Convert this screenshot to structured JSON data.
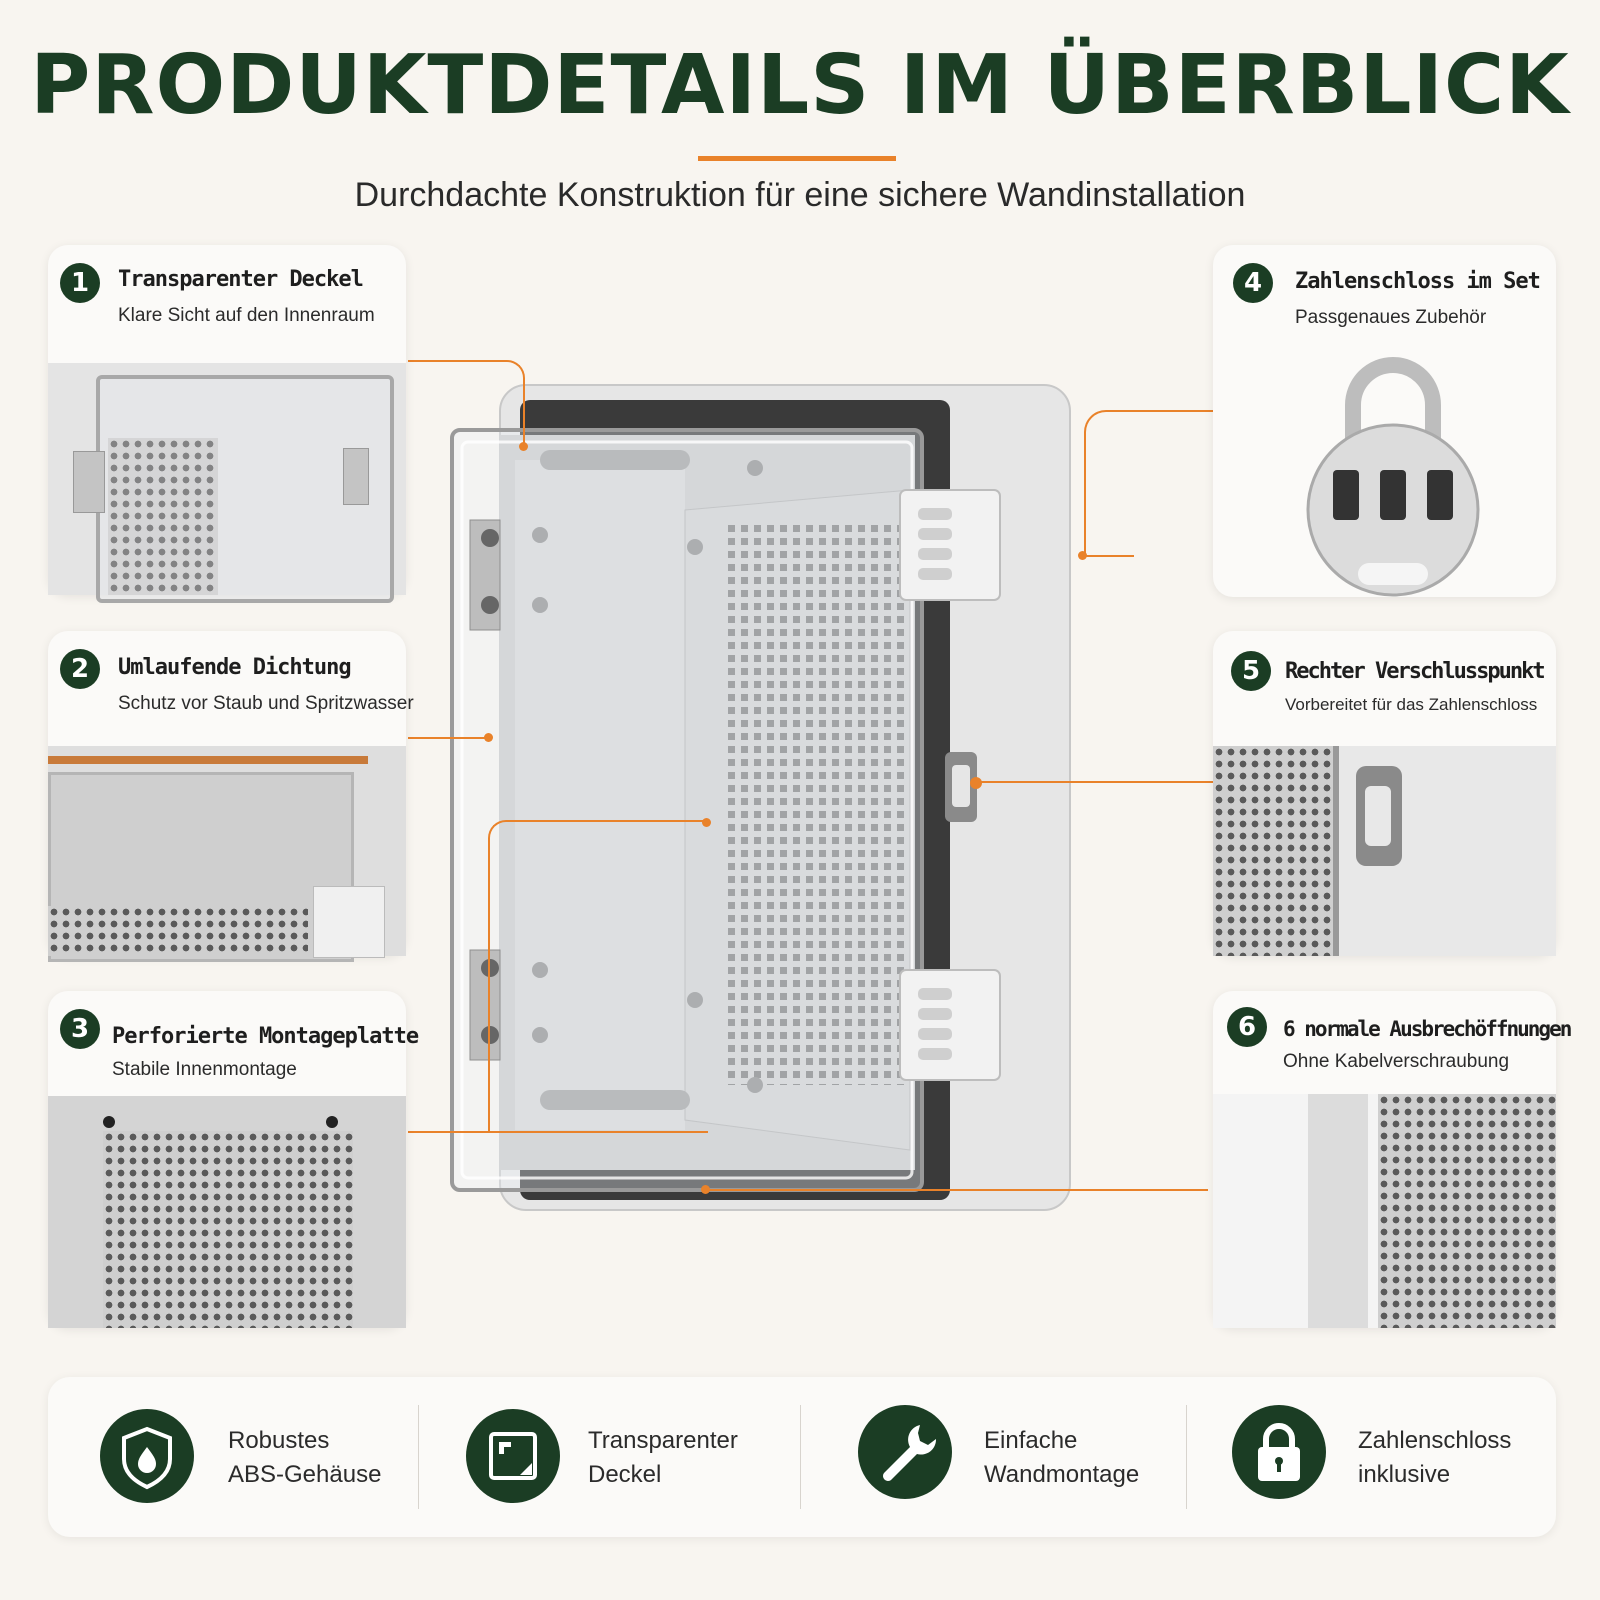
{
  "header": {
    "title": "PRODUKTDETAILS IM ÜBERBLICK",
    "subtitle": "Durchdachte Konstruktion für eine sichere Wandinstallation"
  },
  "details": [
    {
      "number": "1",
      "title": "Transparenter Deckel",
      "subtitle": "Klare Sicht auf den Innenraum"
    },
    {
      "number": "2",
      "title": "Umlaufende Dichtung",
      "subtitle": "Schutz vor Staub und Spritzwasser"
    },
    {
      "number": "3",
      "title": "Perforierte Montageplatte",
      "subtitle": "Stabile Innenmontage"
    },
    {
      "number": "4",
      "title": "Zahlenschloss im Set",
      "subtitle": "Passgenaues Zubehör"
    },
    {
      "number": "5",
      "title": "Rechter Verschlusspunkt",
      "subtitle": "Vorbereitet für das Zahlenschloss"
    },
    {
      "number": "6",
      "title": "6 normale Ausbrechöffnungen",
      "subtitle": "Ohne Kabelverschraubung"
    }
  ],
  "features": [
    {
      "icon": "shield-icon",
      "line1": "Robustes",
      "line2": "ABS-Gehäuse"
    },
    {
      "icon": "transparent-lid-icon",
      "line1": "Transparenter",
      "line2": "Deckel"
    },
    {
      "icon": "wrench-icon",
      "line1": "Einfache",
      "line2": "Wandmontage"
    },
    {
      "icon": "padlock-icon",
      "line1": "Zahlenschloss",
      "line2": "inklusive"
    }
  ],
  "colors": {
    "accent": "#e9822a",
    "brand": "#1b3d24",
    "background": "#f8f5f0"
  }
}
